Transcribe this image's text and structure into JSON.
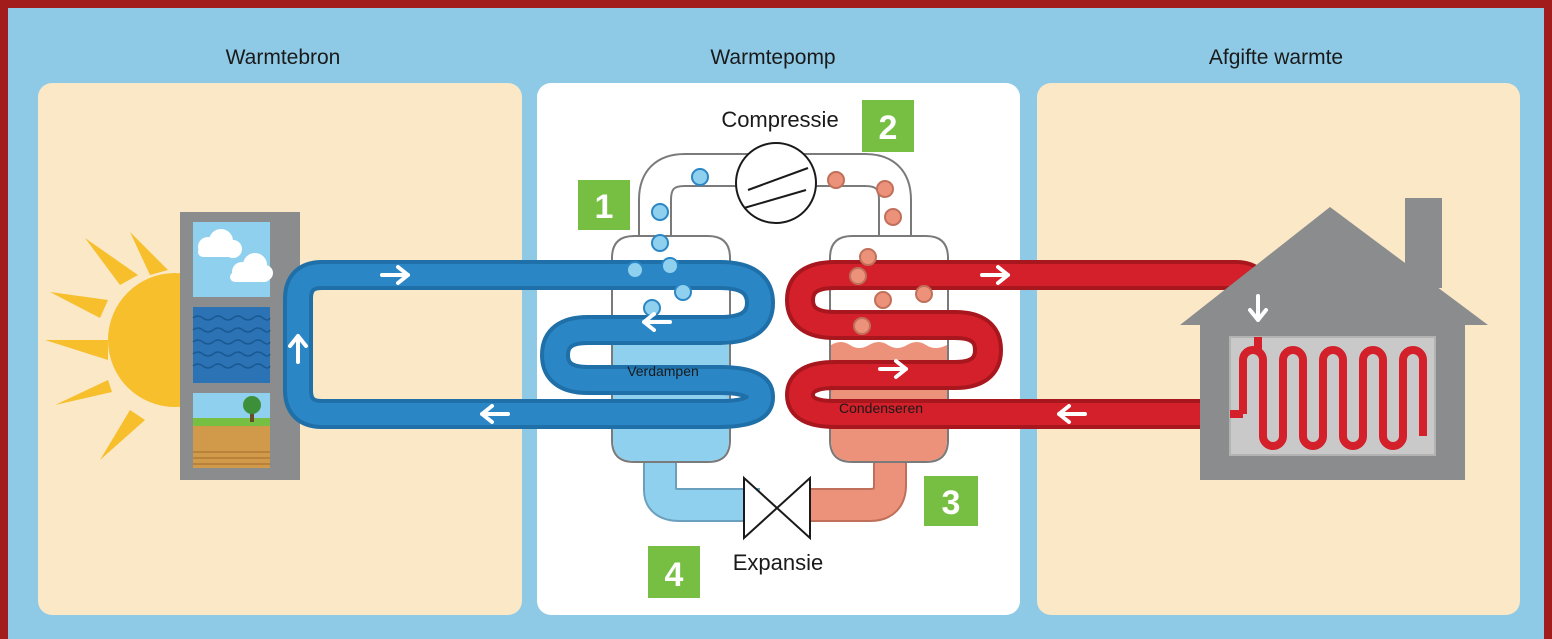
{
  "sections": {
    "source": "Warmtebron",
    "pump": "Warmtepomp",
    "output": "Afgifte warmte"
  },
  "stages": {
    "evaporate": "Verdampen",
    "condense": "Condenseren",
    "compression": "Compressie",
    "expansion": "Expansie"
  },
  "steps": [
    "1",
    "2",
    "3",
    "4"
  ],
  "colors": {
    "frame": "#a31c1c",
    "sky_background": "#8ecae6",
    "panel_cream": "#fbe8c6",
    "panel_white": "#ffffff",
    "cold_pipe": "#2b86c5",
    "cold_fluid": "#8fd0ee",
    "hot_pipe": "#d3202a",
    "hot_fluid": "#ec917a",
    "step_badge": "#76bf43",
    "sun": "#f6bf2b",
    "house": "#8a8c8e"
  },
  "icons": [
    "sun-icon",
    "cloud-icon",
    "water-waves-icon",
    "tree-icon",
    "house-icon",
    "radiator-icon",
    "compressor-icon",
    "expansion-valve-icon",
    "flow-arrow-icon"
  ]
}
